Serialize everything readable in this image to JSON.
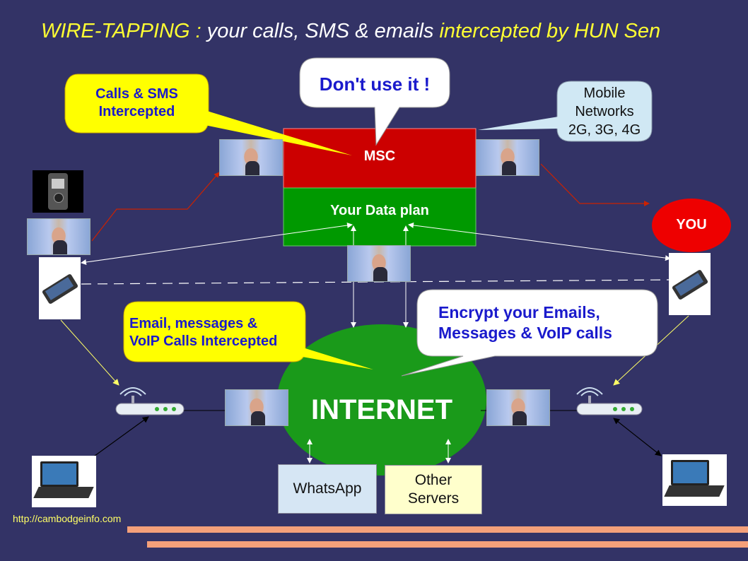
{
  "title": {
    "part1": "WIRE-TAPPING : ",
    "part2": "your calls, SMS & emails ",
    "part3": "intercepted by HUN Sen"
  },
  "nodes": {
    "msc": "MSC",
    "data_plan": "Your Data plan",
    "internet": "INTERNET",
    "you": "YOU",
    "whatsapp": "WhatsApp",
    "other_servers_1": "Other",
    "other_servers_2": "Servers"
  },
  "callouts": {
    "calls_sms_1": "Calls & SMS",
    "calls_sms_2": "Intercepted",
    "dont_use": "Don't use it !",
    "mobile_1": "Mobile",
    "mobile_2": "Networks",
    "mobile_3": "2G, 3G, 4G",
    "email_1": "Email, messages &",
    "email_2": "VoIP Calls Intercepted",
    "encrypt_1": "Encrypt your Emails,",
    "encrypt_2": "Messages & VoIP calls"
  },
  "footer": {
    "url": "http://cambodgeinfo.com"
  },
  "colors": {
    "background": "#333366",
    "title_yellow": "#ffff33",
    "msc_red": "#cc0000",
    "data_green": "#009900",
    "internet_green": "#1a9a1a",
    "you_red": "#ee0000",
    "callout_yellow": "#ffff00",
    "callout_blue": "#d0e8f4",
    "text_blue": "#1a1acc",
    "stripe": "#f4a07a"
  }
}
